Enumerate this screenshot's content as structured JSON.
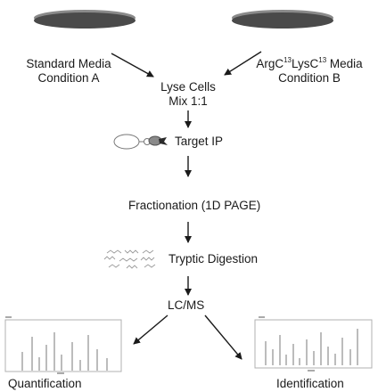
{
  "condition_a": {
    "line1": "Standard Media",
    "line2": "Condition A"
  },
  "condition_b": {
    "element1": "Arg",
    "iso1": "13",
    "mid": "C",
    "element2": "Lys",
    "iso2": "13",
    "line1_end": " Media",
    "line2": "Condition B",
    "first_c": "C"
  },
  "steps": {
    "lyse_line1": "Lyse Cells",
    "lyse_line2": "Mix 1:1",
    "target_ip": "Target IP",
    "fractionation": "Fractionation (1D PAGE)",
    "digestion": "Tryptic Digestion",
    "lcms": "LC/MS"
  },
  "outputs": {
    "left": "Quantification",
    "right": "Identification"
  },
  "colors": {
    "dish": "#4a4a4a",
    "dish_rim": "#8a8a8a",
    "ink": "#1a1a1a",
    "peak": "#7a7a7a"
  }
}
